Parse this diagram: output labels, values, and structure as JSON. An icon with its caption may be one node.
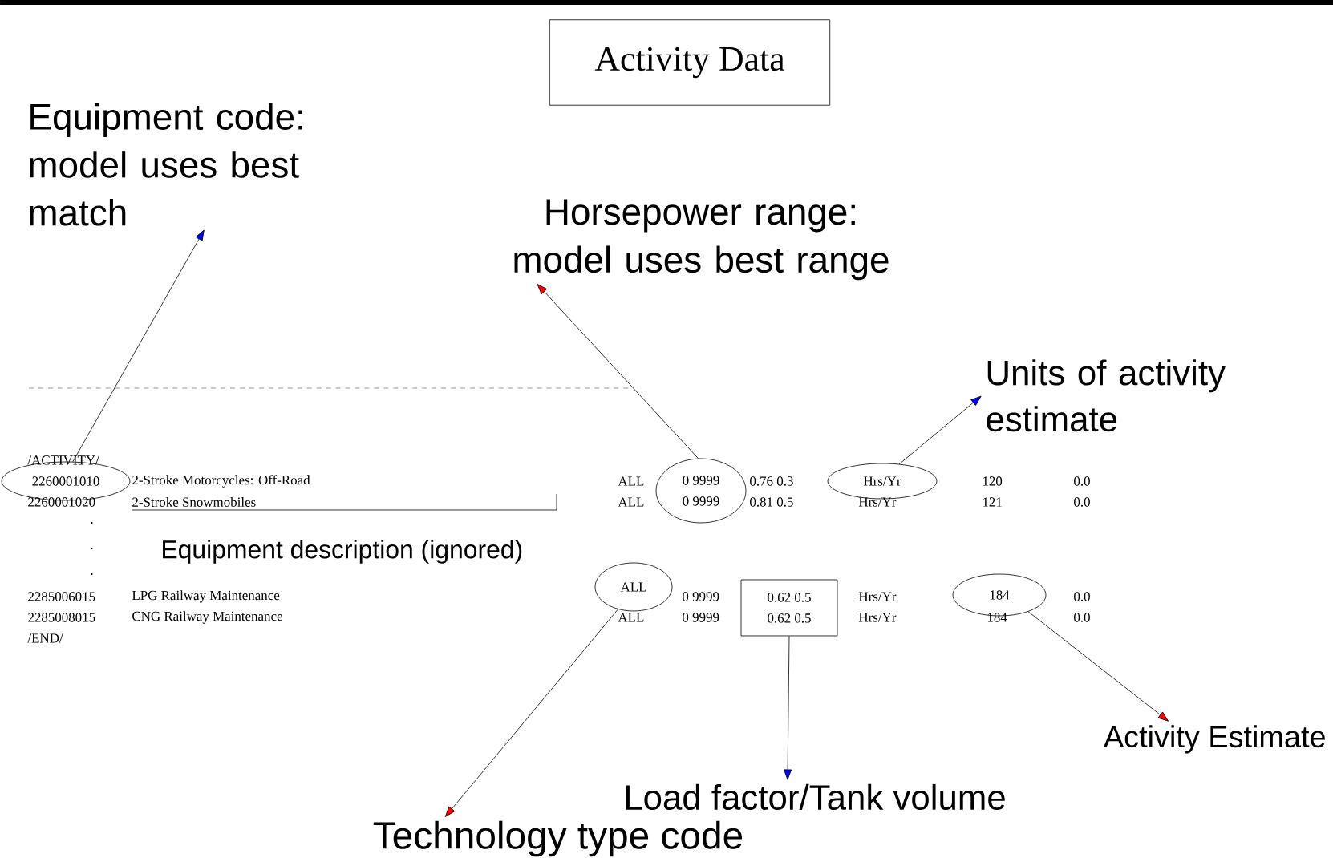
{
  "diagram": {
    "nodes": [
      {
        "text": [
          "Activity Data"
        ]
      },
      {
        "text": [
          "Equipment code: model uses best match"
        ]
      },
      {
        "text": [
          "2260001010"
        ]
      },
      {
        "text": [
          "Horsepower range: model uses best range"
        ]
      },
      {
        "text": [
          "0 9999",
          "0 9999"
        ]
      },
      {
        "text": [
          "Units of activity estimate"
        ]
      },
      {
        "text": [
          "Hrs/Yr"
        ]
      },
      {
        "text": [
          "ALL"
        ]
      },
      {
        "text": [
          "Technology type code"
        ]
      },
      {
        "text": [
          "0.62 0.5",
          "0.62 0.5"
        ]
      },
      {
        "text": [
          "Load factor/Tank volume"
        ]
      },
      {
        "text": [
          "184"
        ]
      },
      {
        "text": [
          "Activity Estimate"
        ]
      }
    ],
    "edges": [
      {
        "from": 2,
        "to": 1,
        "arrow": "to"
      },
      {
        "from": 4,
        "to": 3,
        "arrow": "to"
      },
      {
        "from": 6,
        "to": 5,
        "arrow": "to"
      },
      {
        "from": 7,
        "to": 8,
        "arrow": "to"
      },
      {
        "from": 9,
        "to": 10,
        "arrow": "to"
      },
      {
        "from": 11,
        "to": 12,
        "arrow": "to"
      }
    ],
    "labels": [
      "/ACTIVITY/",
      "2-Stroke Motorcycles: Off-Road",
      "ALL",
      "0.76 0.3",
      "120",
      "0.0",
      "2260001020",
      "2-Stroke Snowmobiles",
      "ALL",
      "0.81 0.5",
      "Hrs/Yr",
      "121",
      "0.0",
      ".",
      ".",
      "Equipment description (ignored)",
      ".",
      "2285006015",
      "LPG Railway Maintenance",
      "0 9999",
      "Hrs/Yr",
      "0.0",
      "2285008015",
      "CNG Railway Maintenance",
      "ALL",
      "0 9999",
      "Hrs/Yr",
      "184",
      "0.0",
      "/END/"
    ]
  }
}
